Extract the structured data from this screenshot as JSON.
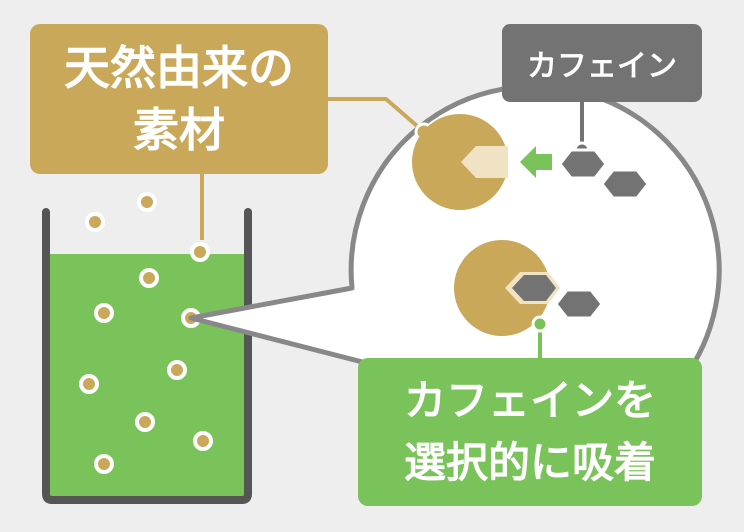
{
  "labels": {
    "natural_material": "天然由来の\n素材",
    "caffeine": "カフェイン",
    "selective_adsorption": "カフェインを\n選択的に吸着"
  },
  "icons": {
    "material_particle": "circle",
    "caffeine_molecule": "hexagon",
    "flow_arrow": "arrow-left"
  },
  "colors": {
    "background": "#eeeeee",
    "material_gold": "#c9a85a",
    "liquid_green": "#7ac25a",
    "caffeine_gray": "#737373",
    "cup_outline": "#555555",
    "bubble_outline": "#888888"
  }
}
